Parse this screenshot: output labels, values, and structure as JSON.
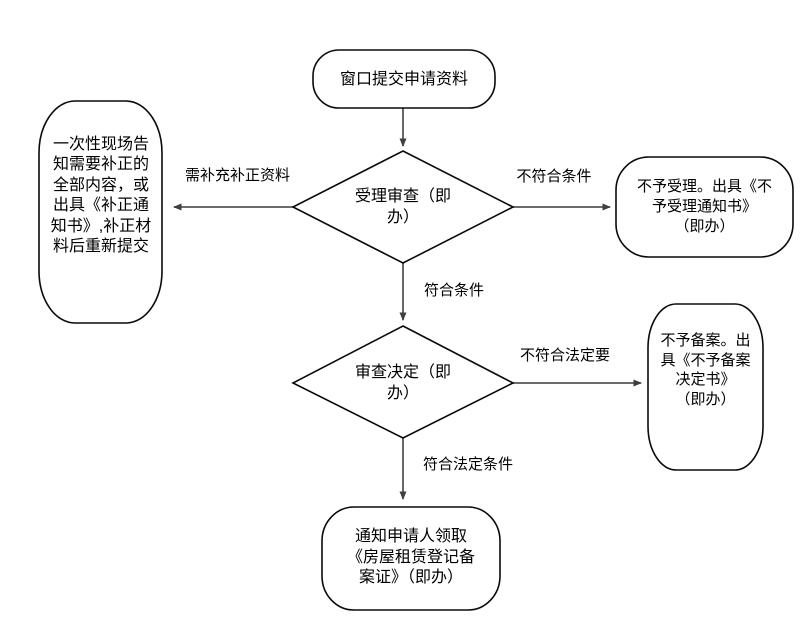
{
  "page": {
    "background": "#ffffff",
    "type": "flowchart"
  },
  "colors": {
    "shape_stroke": "#0a0a0a",
    "shape_fill": "#ffffff",
    "connector": "#575757",
    "arrowhead": "#3f3f3f",
    "text": "#000000"
  },
  "nodes": {
    "start": {
      "shape": "terminator",
      "text": "窗口提交申请资料"
    },
    "decision_accept": {
      "shape": "decision",
      "text": "受理审查（即\n办）"
    },
    "supplement": {
      "shape": "terminator",
      "text": "一次性现场告\n知需要补正的\n全部内容，或\n出具《补正通\n知书》,补正材\n料后重新提交"
    },
    "reject_accept": {
      "shape": "terminator",
      "text": "不予受理。出具《不\n予受理通知书》\n（即办）"
    },
    "decision_review": {
      "shape": "decision",
      "text": "审查决定（即\n办）"
    },
    "reject_record": {
      "shape": "terminator",
      "text": "不予备案。出\n具《不予备案\n决定书》\n（即办）"
    },
    "end": {
      "shape": "terminator",
      "text": "通知申请人领取\n《房屋租赁登记备\n案证》（即办）"
    }
  },
  "edges": {
    "need_supplement": {
      "label": "需补充补正资料"
    },
    "not_qualified": {
      "label": "不符合条件"
    },
    "qualified": {
      "label": "符合条件"
    },
    "not_legal": {
      "label": "不符合法定要"
    },
    "legal": {
      "label": "符合法定条件"
    }
  }
}
